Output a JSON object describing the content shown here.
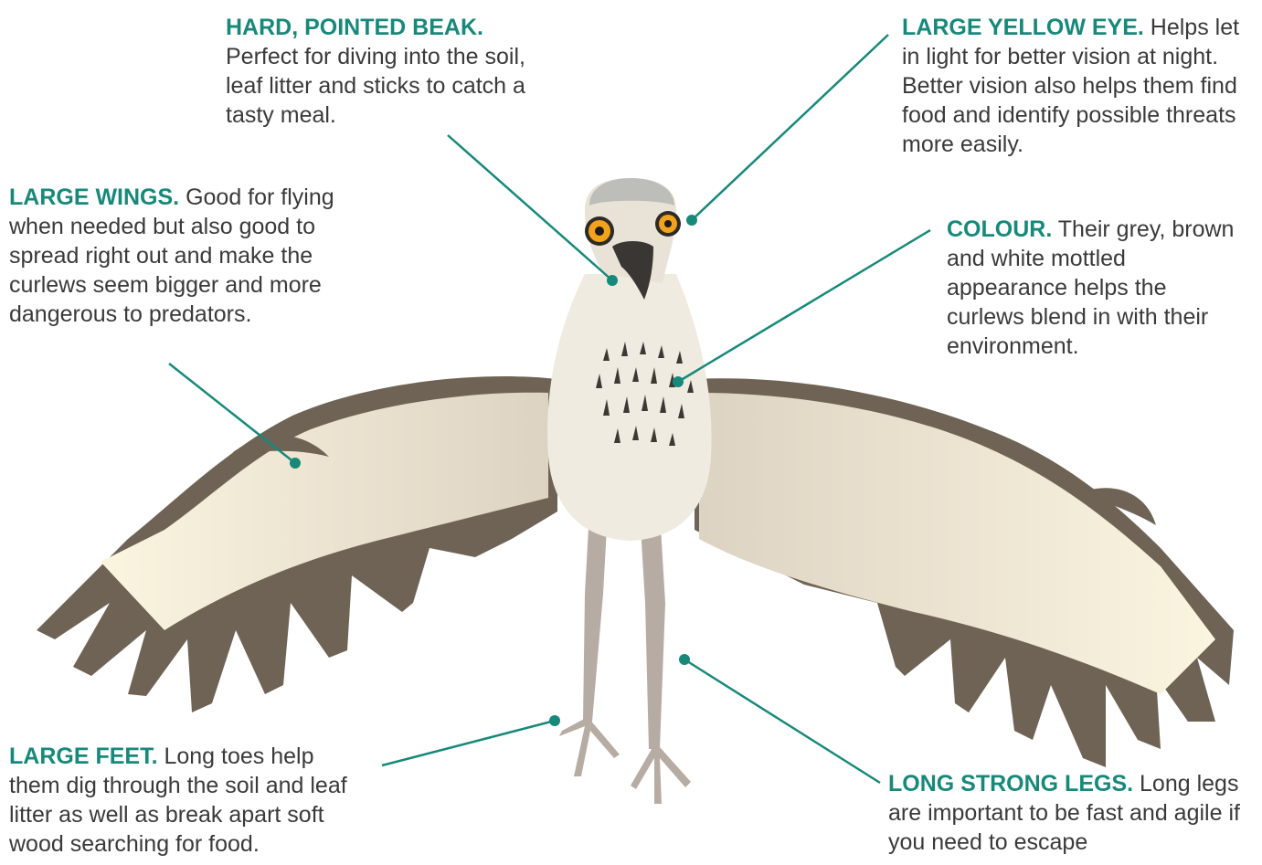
{
  "colors": {
    "accent": "#17897b",
    "wing_dark": "#6e6355",
    "wing_light": "#ede6d3",
    "body_cream": "#efebe0",
    "leg": "#b6aca4",
    "head_grey": "#bdbdb9",
    "eye": "#f2a21b"
  },
  "annotations": [
    {
      "id": "beak",
      "heading": "HARD, POINTED BEAK.",
      "text": "Perfect for diving into the soil, leaf litter and sticks to catch a tasty meal."
    },
    {
      "id": "eye",
      "heading": "LARGE YELLOW EYE.",
      "text": "Helps let in light for better vision at night. Better vision also helps them find food and identify possible threats more easily."
    },
    {
      "id": "wings",
      "heading": "LARGE WINGS.",
      "text": "Good for flying when needed but also good to spread right out and make the curlews seem bigger and more dangerous to predators."
    },
    {
      "id": "colour",
      "heading": "COLOUR.",
      "text": "Their grey, brown and white mottled appearance helps the curlews blend in with their environment."
    },
    {
      "id": "feet",
      "heading": "LARGE FEET.",
      "text": "Long toes help them dig through the soil and leaf litter as well as break apart soft wood searching for food."
    },
    {
      "id": "legs",
      "heading": "LONG STRONG LEGS.",
      "text": "Long legs are important to be fast and agile if you need to escape"
    }
  ]
}
